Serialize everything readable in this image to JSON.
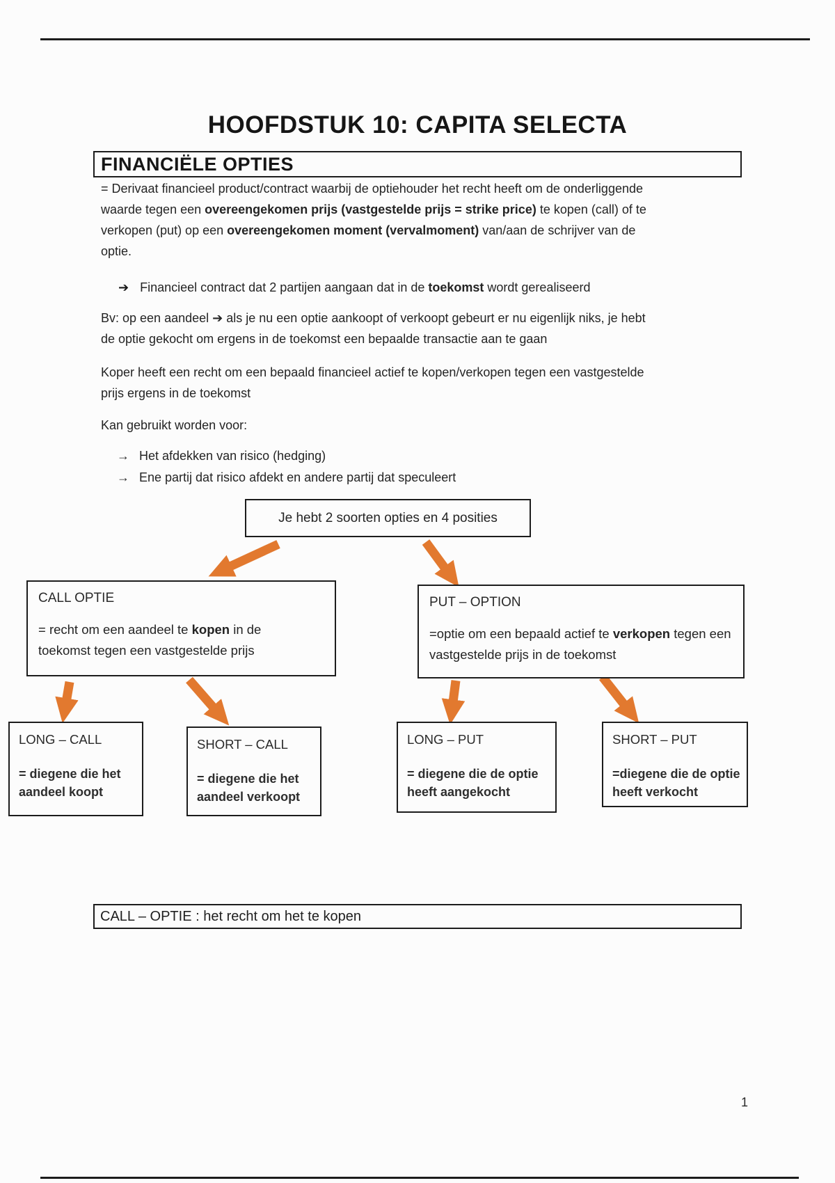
{
  "page": {
    "title": "HOOFDSTUK 10: CAPITA SELECTA",
    "page_number": "1"
  },
  "colors": {
    "arrow_orange": "#e2792f",
    "ink": "#1c1c1c"
  },
  "section_heading": "FINANCIËLE OPTIES",
  "intro": {
    "lines": [
      [
        {
          "t": "= Derivaat financieel product/contract waarbij de optiehouder het recht heeft om de onderliggende"
        }
      ],
      [
        {
          "t": "waarde tegen een "
        },
        {
          "t": "overeengekomen prijs (vastgestelde prijs = strike price)",
          "b": true
        },
        {
          "t": " te kopen (call) of te"
        }
      ],
      [
        {
          "t": "verkopen (put) op een "
        },
        {
          "t": "overeengekomen moment (vervalmoment)",
          "b": true
        },
        {
          "t": " van/aan de schrijver van de"
        }
      ],
      [
        {
          "t": "optie."
        }
      ]
    ]
  },
  "note": {
    "bullet": "➔",
    "lines": [
      [
        {
          "t": "Financieel contract dat 2 partijen aangaan dat in de "
        },
        {
          "t": "toekomst",
          "b": true
        },
        {
          "t": " wordt gerealiseerd"
        }
      ]
    ]
  },
  "example": {
    "lines": [
      [
        {
          "t": "Bv: op een aandeel "
        },
        {
          "t": "➔",
          "b": true
        },
        {
          "t": " als je nu een optie aankoopt of verkoopt gebeurt er nu eigenlijk niks, je hebt"
        }
      ],
      [
        {
          "t": "de optie gekocht om ergens in de toekomst een bepaalde transactie aan te gaan"
        }
      ]
    ]
  },
  "koper": {
    "lines": [
      [
        {
          "t": "Koper heeft een recht om een bepaald financieel actief te kopen/verkopen tegen een vastgestelde"
        }
      ],
      [
        {
          "t": "prijs ergens in de toekomst"
        }
      ]
    ]
  },
  "usage": {
    "label": "Kan gebruikt worden voor:",
    "bullet": "→",
    "items": [
      "Het afdekken van risico (hedging)",
      "Ene partij dat risico afdekt en andere partij dat speculeert"
    ]
  },
  "diagram": {
    "root": {
      "label": "Je hebt 2 soorten opties en 4 posities"
    },
    "call": {
      "title": "CALL OPTIE",
      "lines": [
        [
          {
            "t": "= recht om een aandeel te "
          },
          {
            "t": "kopen",
            "b": true
          },
          {
            "t": " in de"
          }
        ],
        [
          {
            "t": "toekomst tegen een vastgestelde prijs"
          }
        ]
      ]
    },
    "put": {
      "title": "PUT – OPTION",
      "lines": [
        [
          {
            "t": "=optie om een bepaald actief te "
          },
          {
            "t": "verkopen",
            "b": true
          },
          {
            "t": " tegen een"
          }
        ],
        [
          {
            "t": "vastgestelde prijs in de toekomst"
          }
        ]
      ]
    },
    "long_call": {
      "title": "LONG – CALL",
      "lines": [
        [
          {
            "t": "= diegene die het"
          }
        ],
        [
          {
            "t": "aandeel koopt"
          }
        ]
      ]
    },
    "short_call": {
      "title": "SHORT – CALL",
      "lines": [
        [
          {
            "t": "= diegene die het"
          }
        ],
        [
          {
            "t": "aandeel verkoopt"
          }
        ]
      ]
    },
    "long_put": {
      "title": "LONG – PUT",
      "lines": [
        [
          {
            "t": "= diegene die de optie"
          }
        ],
        [
          {
            "t": "heeft aangekocht"
          }
        ]
      ]
    },
    "short_put": {
      "title": "SHORT – PUT",
      "lines": [
        [
          {
            "t": "=diegene die de optie"
          }
        ],
        [
          {
            "t": "heeft verkocht"
          }
        ]
      ]
    }
  },
  "footer_note": "CALL – OPTIE : het recht om het te kopen"
}
